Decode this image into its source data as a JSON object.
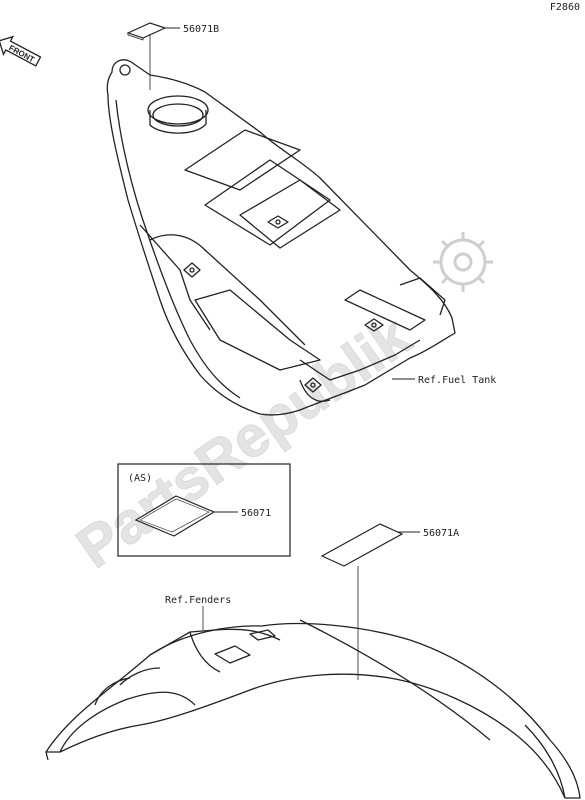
{
  "figure_code": "F2860",
  "front_label": "FRONT",
  "watermark": "PartsRepublik",
  "parts": {
    "tank_label_number": "56071B",
    "as_marker": "(AS)",
    "as_label_number": "56071",
    "fender_label_number": "56071A"
  },
  "references": {
    "fuel_tank": "Ref.Fuel Tank",
    "fenders": "Ref.Fenders"
  },
  "colors": {
    "line": "#222222",
    "watermark": "#e2e2e2"
  }
}
